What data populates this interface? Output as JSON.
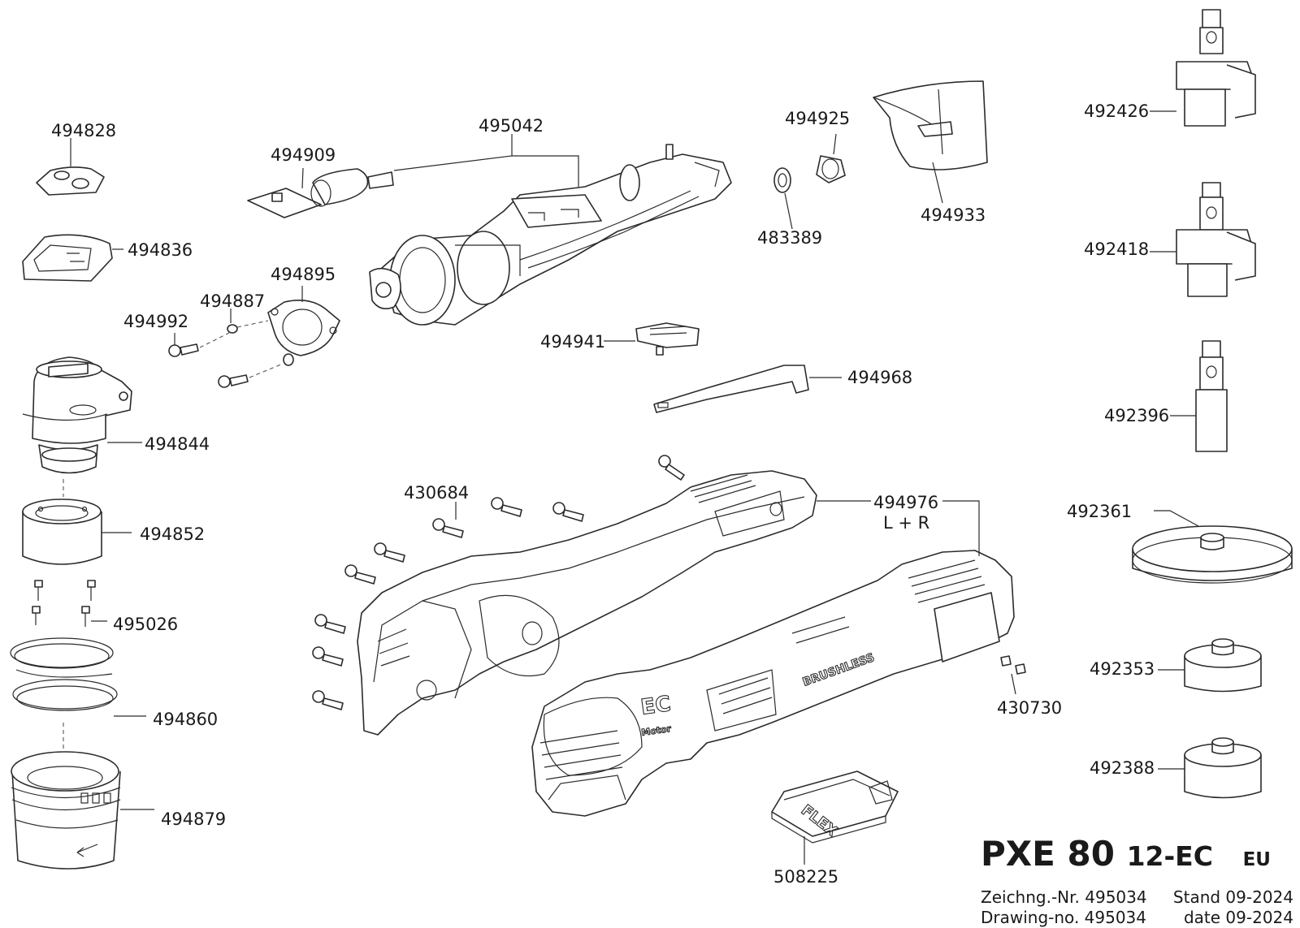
{
  "title": {
    "model": "PXE 80",
    "variant": "12-EC",
    "region": "EU"
  },
  "drawing_info": {
    "de_label": "Zeichng.-Nr. 495034",
    "de_date": "Stand 09-2024",
    "en_label": "Drawing-no. 495034",
    "en_date": "date  09-2024"
  },
  "markings": {
    "ec": "EC",
    "motor": "Motor",
    "brushless": "BRUSHLESS",
    "brand": "FLEX"
  },
  "parts": [
    {
      "id": "494828",
      "label": "494828"
    },
    {
      "id": "494909",
      "label": "494909"
    },
    {
      "id": "495042",
      "label": "495042"
    },
    {
      "id": "494925",
      "label": "494925"
    },
    {
      "id": "492426",
      "label": "492426"
    },
    {
      "id": "494836",
      "label": "494836"
    },
    {
      "id": "494933",
      "label": "494933"
    },
    {
      "id": "483389",
      "label": "483389"
    },
    {
      "id": "492418",
      "label": "492418"
    },
    {
      "id": "494895",
      "label": "494895"
    },
    {
      "id": "494887",
      "label": "494887"
    },
    {
      "id": "494992",
      "label": "494992"
    },
    {
      "id": "494941",
      "label": "494941"
    },
    {
      "id": "494968",
      "label": "494968"
    },
    {
      "id": "492396",
      "label": "492396"
    },
    {
      "id": "494844",
      "label": "494844"
    },
    {
      "id": "430684",
      "label": "430684"
    },
    {
      "id": "494976",
      "label": "494976"
    },
    {
      "id": "494976-sub",
      "label": "L + R"
    },
    {
      "id": "492361",
      "label": "492361"
    },
    {
      "id": "494852",
      "label": "494852"
    },
    {
      "id": "495026",
      "label": "495026"
    },
    {
      "id": "492353",
      "label": "492353"
    },
    {
      "id": "430730",
      "label": "430730"
    },
    {
      "id": "494860",
      "label": "494860"
    },
    {
      "id": "492388",
      "label": "492388"
    },
    {
      "id": "494879",
      "label": "494879"
    },
    {
      "id": "508225",
      "label": "508225"
    }
  ]
}
